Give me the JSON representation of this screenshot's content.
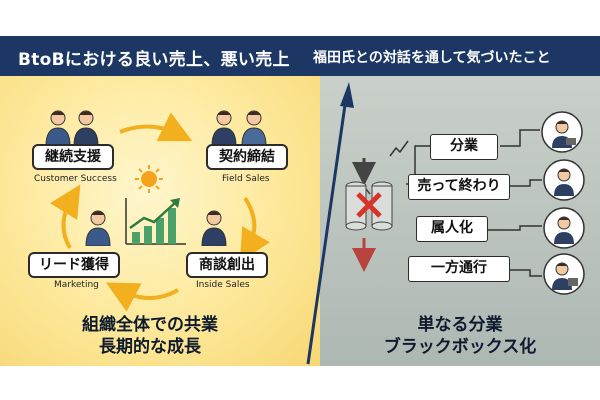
{
  "header": {
    "title": "BtoBにおける良い売上、悪い売上",
    "subtitle": "福田氏との対話を通して気づいたこと"
  },
  "left": {
    "cycle": [
      {
        "label": "継続支援",
        "role": "Customer Success"
      },
      {
        "label": "契約締結",
        "role": "Field Sales"
      },
      {
        "label": "商談創出",
        "role": "Inside Sales"
      },
      {
        "label": "リード獲得",
        "role": "Marketing"
      }
    ],
    "conclusion": [
      "組織全体での共業",
      "長期的な成長"
    ]
  },
  "right": {
    "steps": [
      "分業",
      "売って終わり",
      "属人化",
      "一方通行"
    ],
    "conclusion": [
      "単なる分業",
      "ブラックボックス化"
    ]
  },
  "colors": {
    "header_bg": "#1c3763",
    "left_bg": "#fde89a",
    "right_bg": "#b8c2bc",
    "arrow": "#1c3763"
  }
}
